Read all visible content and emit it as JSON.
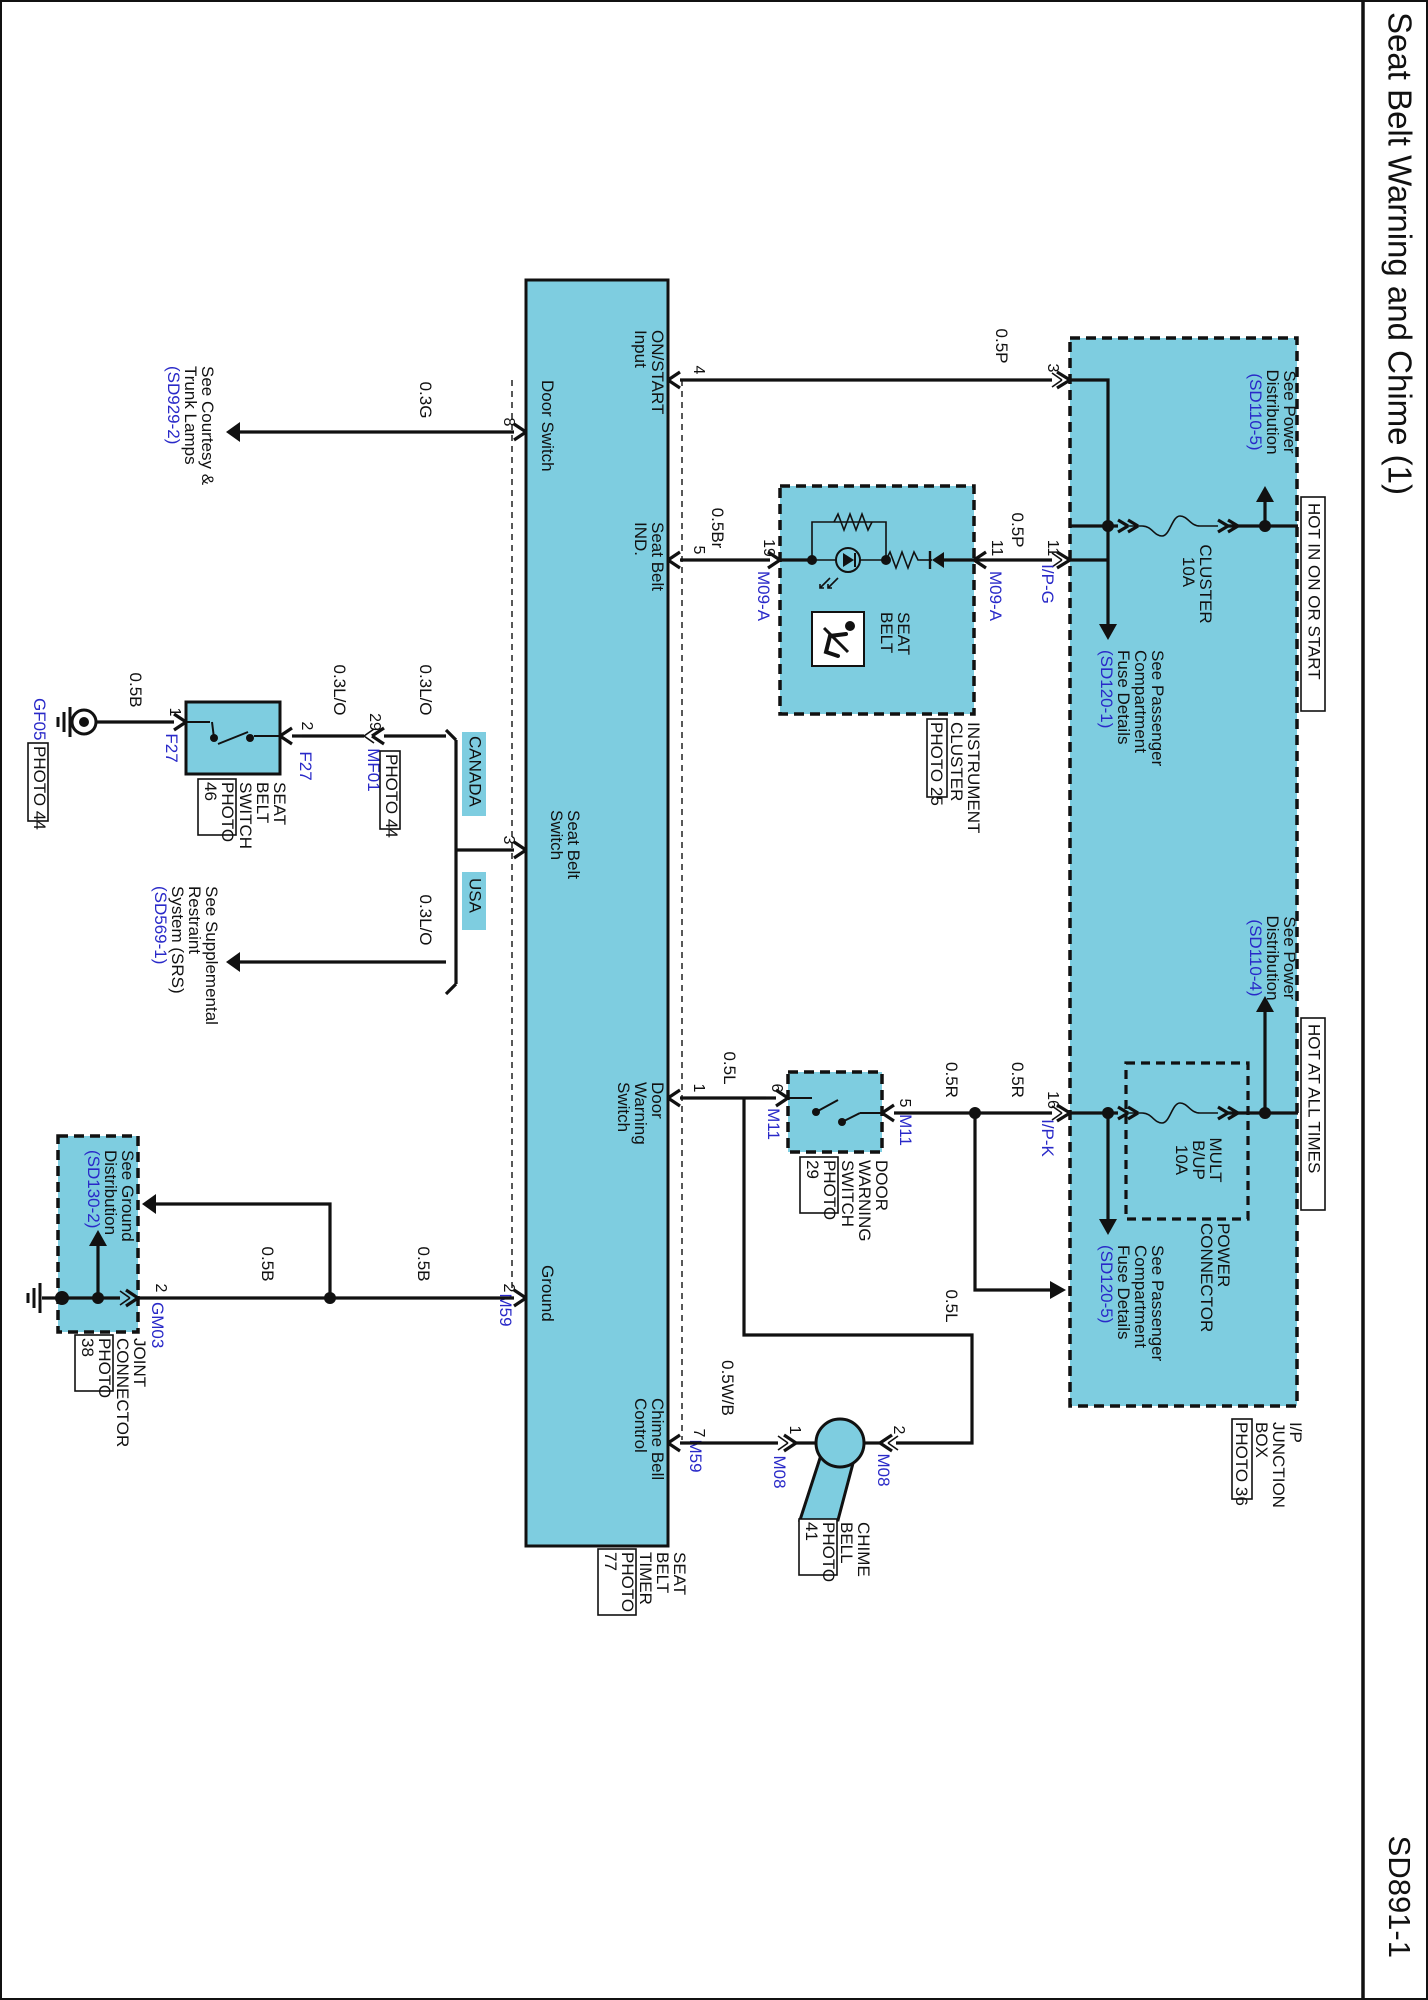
{
  "title": "Seat Belt Warning and Chime (1)",
  "page_code": "SD891-1",
  "colors": {
    "component_fill": "#7ecde0",
    "reference_text": "#2929c8",
    "line": "#111111"
  },
  "hot_labels": {
    "hot_in_on_or_start": "HOT IN ON OR START",
    "hot_at_all_times": "HOT AT ALL TIMES"
  },
  "ip_junction": {
    "name": [
      "I/P",
      "JUNCTION",
      "BOX"
    ],
    "photo": "PHOTO 36",
    "power_dist_1": [
      "See Power",
      "Distribution"
    ],
    "power_dist_1_ref": "(SD110-5)",
    "power_dist_2": [
      "See Power",
      "Distribution"
    ],
    "power_dist_2_ref": "(SD110-4)",
    "fuse_cluster": [
      "CLUSTER",
      "10A"
    ],
    "fuse_multi": [
      "MULT",
      "B/UP",
      "10A"
    ],
    "power_connector": [
      "POWER",
      "CONNECTOR"
    ],
    "fuse_details_1": [
      "See Passenger",
      "Compartment",
      "Fuse Details"
    ],
    "fuse_details_1_ref": "(SD120-1)",
    "fuse_details_2": [
      "See Passenger",
      "Compartment",
      "Fuse Details"
    ],
    "fuse_details_2_ref": "(SD120-5)",
    "connector_g": "I/P-G",
    "connector_k": "I/P-K",
    "pin_3": "3",
    "pin_11": "11",
    "pin_16": "16"
  },
  "instrument_cluster": {
    "name": [
      "INSTRUMENT",
      "CLUSTER"
    ],
    "photo": "PHOTO 25",
    "lamp": [
      "SEAT",
      "BELT"
    ],
    "connector_a": "M09-A",
    "connector_b": "M09-A",
    "pin_11": "11",
    "pin_19": "19"
  },
  "timer": {
    "name": [
      "SEAT",
      "BELT",
      "TIMER"
    ],
    "photo": [
      "PHOTO",
      "77"
    ],
    "ports": {
      "on_start": [
        "ON/START",
        "Input"
      ],
      "seat_belt_ind": [
        "Seat Belt",
        "IND."
      ],
      "door_switch": [
        "Door Switch"
      ],
      "seat_belt_switch": [
        "Seat Belt",
        "Switch"
      ],
      "door_warning": [
        "Door",
        "Warning",
        "Switch"
      ],
      "ground": [
        "Ground"
      ],
      "chime": [
        "Chime Bell",
        "Control"
      ]
    },
    "pins": {
      "p4": "4",
      "p5": "5",
      "p8": "8",
      "p3": "3",
      "p1": "1",
      "p2": "2",
      "p7": "7"
    },
    "connector": "M59"
  },
  "wires": {
    "w_05p_a": "0.5P",
    "w_05p_b": "0.5P",
    "w_05br": "0.5Br",
    "w_03g": "0.3G",
    "w_03lo_a": "0.3L/O",
    "w_03lo_b": "0.3L/O",
    "w_03lo_c": "0.3L/O",
    "w_05b_a": "0.5B",
    "w_05b_b": "0.5B",
    "w_05b_c": "0.5B",
    "w_05r_a": "0.5R",
    "w_05r_b": "0.5R",
    "w_05l_a": "0.5L",
    "w_05l_b": "0.5L",
    "w_05wb": "0.5W/B"
  },
  "door_warning_switch": {
    "name": [
      "DOOR",
      "WARNING",
      "SWITCH"
    ],
    "photo": [
      "PHOTO",
      "29"
    ],
    "connector_5": "M11",
    "connector_6": "M11",
    "pin_5": "5",
    "pin_6": "6"
  },
  "chime_bell": {
    "name": [
      "CHIME",
      "BELL"
    ],
    "photo": [
      "PHOTO",
      "41"
    ],
    "connector_2": "M08",
    "connector_1": "M08",
    "pin_2": "2",
    "pin_1": "1"
  },
  "courtesy": {
    "text": [
      "See Courtesy &",
      "Trunk Lamps"
    ],
    "ref": "(SD929-2)"
  },
  "srs": {
    "text": [
      "See Supplemental",
      "Restraint",
      "System (SRS)"
    ],
    "ref": "(SD569-1)"
  },
  "canada_tag": "CANADA",
  "usa_tag": "USA",
  "mf01": {
    "connector": "MF01",
    "photo": "PHOTO 44",
    "pin": "29"
  },
  "seat_belt_switch": {
    "name": [
      "SEAT",
      "BELT",
      "SWITCH"
    ],
    "photo": [
      "PHOTO",
      "46"
    ],
    "connector_2": "F27",
    "connector_1": "F27",
    "pin_2": "2",
    "pin_1": "1"
  },
  "gf05": {
    "name": "GF05",
    "photo": "PHOTO 44"
  },
  "ground_dist": {
    "text": [
      "See Ground",
      "Distribution"
    ],
    "ref": "(SD130-2)"
  },
  "gm03": {
    "connector": "GM03",
    "pin": "2",
    "name": [
      "JOINT",
      "CONNECTOR"
    ],
    "photo": [
      "PHOTO",
      "38"
    ]
  }
}
